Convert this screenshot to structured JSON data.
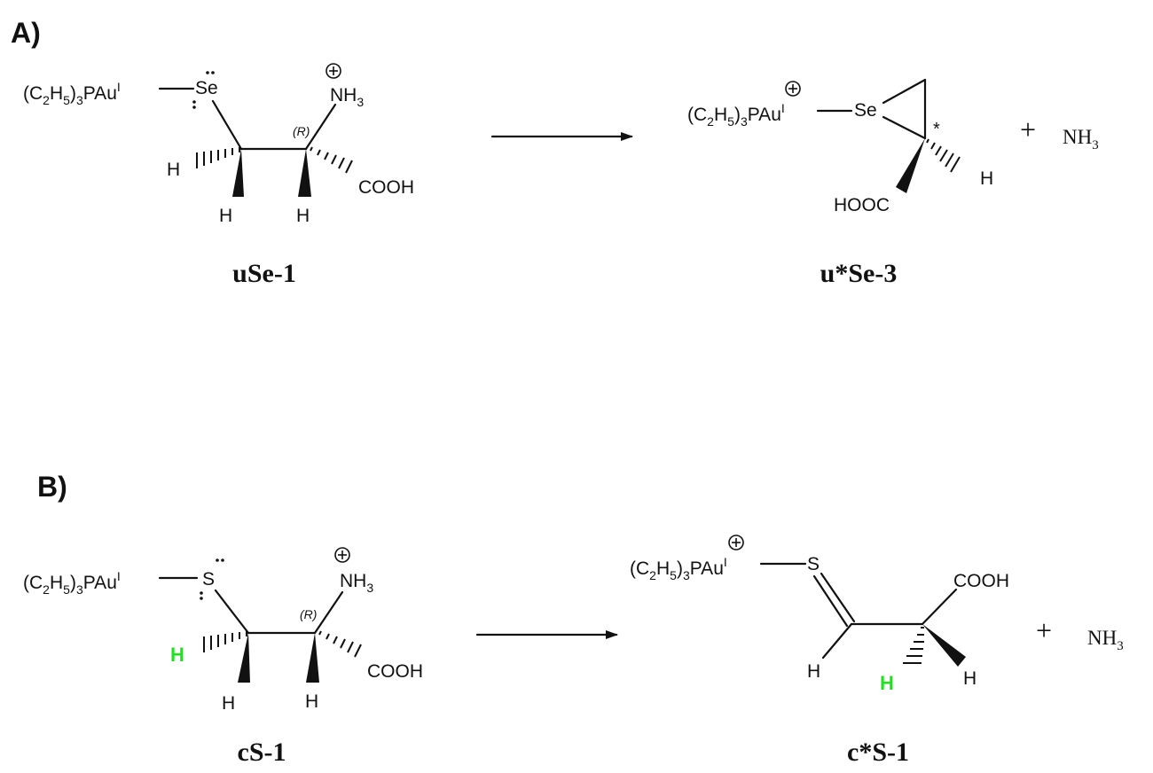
{
  "panels": {
    "A": {
      "label": "A)",
      "reactant": {
        "ligand": {
          "pre": "(C",
          "sub1": "2",
          "mid": "H",
          "sub2": "5",
          "mid2": ")",
          "sub3": "3",
          "post": "PAu",
          "sup": "I"
        },
        "heteroatom": "Se",
        "amine": {
          "text": "NH",
          "sub": "3"
        },
        "charge": "+",
        "stereo": "(R)",
        "acid": "COOH",
        "h_left": "H",
        "h_bottom1": "H",
        "h_bottom2": "H",
        "name": "uSe-1"
      },
      "product": {
        "ligand": {
          "pre": "(C",
          "sub1": "2",
          "mid": "H",
          "sub2": "5",
          "mid2": ")",
          "sub3": "3",
          "post": "PAu",
          "sup": "I"
        },
        "heteroatom": "Se",
        "charge": "+",
        "star": "*",
        "h_right": "H",
        "acid": "HOOC",
        "name": "u*Se-3"
      },
      "plus": "+",
      "byproduct": {
        "text": "NH",
        "sub": "3"
      }
    },
    "B": {
      "label": "B)",
      "reactant": {
        "ligand": {
          "pre": "(C",
          "sub1": "2",
          "mid": "H",
          "sub2": "5",
          "mid2": ")",
          "sub3": "3",
          "post": "PAu",
          "sup": "I"
        },
        "heteroatom": "S",
        "amine": {
          "text": "NH",
          "sub": "3"
        },
        "charge": "+",
        "stereo": "(R)",
        "acid": "COOH",
        "h_left": "H",
        "h_bottom1": "H",
        "h_bottom2": "H",
        "name": "cS-1"
      },
      "product": {
        "ligand": {
          "pre": "(C",
          "sub1": "2",
          "mid": "H",
          "sub2": "5",
          "mid2": ")",
          "sub3": "3",
          "post": "PAu",
          "sup": "I"
        },
        "heteroatom": "S",
        "charge": "+",
        "acid": "COOH",
        "h_left": "H",
        "h_green": "H",
        "h_right": "H",
        "name": "c*S-1"
      },
      "plus": "+",
      "byproduct": {
        "text": "NH",
        "sub": "3"
      }
    }
  },
  "colors": {
    "ink": "#111111",
    "highlight": "#22e022",
    "background": "#ffffff"
  }
}
